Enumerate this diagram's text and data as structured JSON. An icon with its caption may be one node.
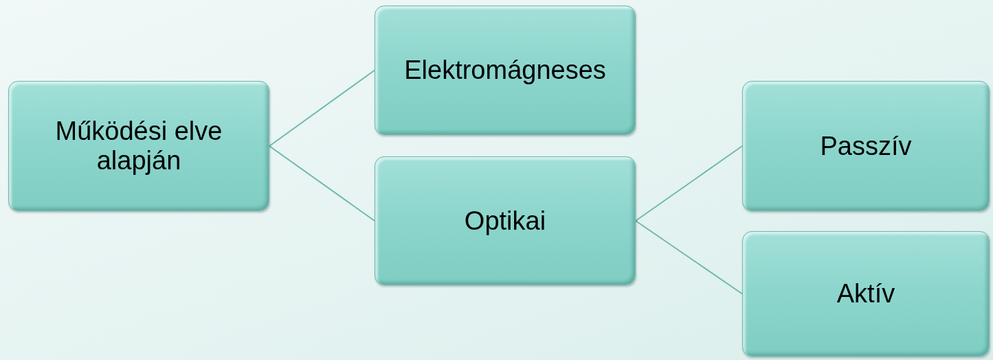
{
  "diagram": {
    "nodes": [
      {
        "text": [
          "Működési elve alapján"
        ]
      },
      {
        "text": [
          "Elektromágneses"
        ]
      },
      {
        "text": [
          "Optikai"
        ]
      },
      {
        "text": [
          "Passzív"
        ]
      },
      {
        "text": [
          "Aktív"
        ]
      }
    ],
    "edges": [
      {
        "from": 0,
        "to": 1,
        "arrow": "none"
      },
      {
        "from": 0,
        "to": 2,
        "arrow": "none"
      },
      {
        "from": 2,
        "to": 3,
        "arrow": "none"
      },
      {
        "from": 2,
        "to": 4,
        "arrow": "none"
      }
    ]
  }
}
